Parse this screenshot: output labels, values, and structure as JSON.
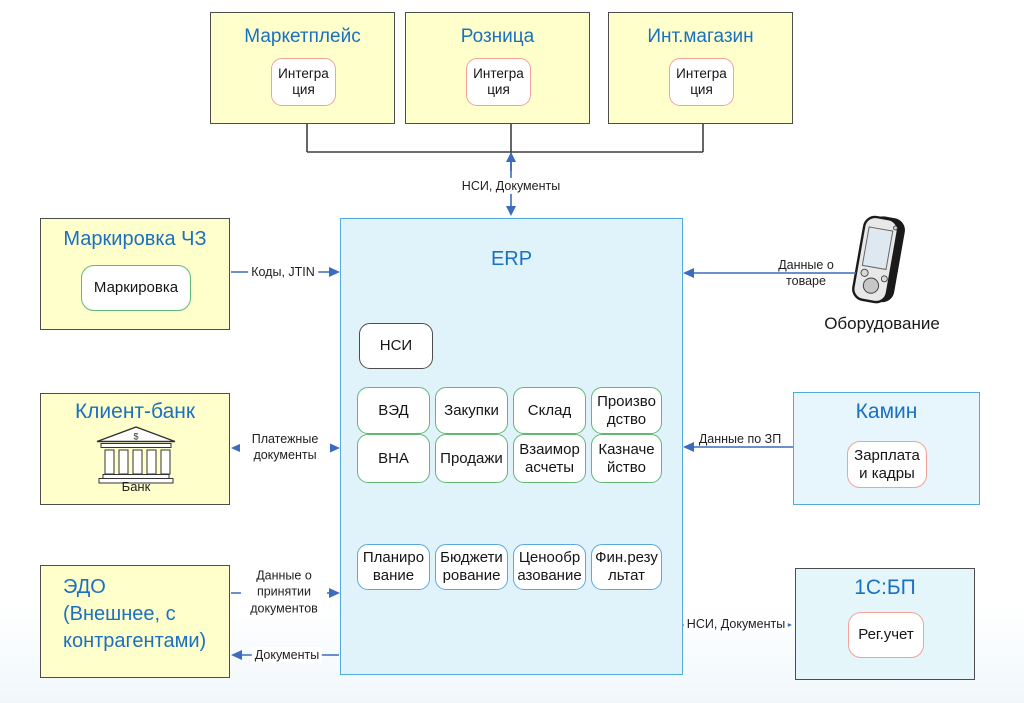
{
  "top_row": [
    {
      "title": "Маркетплейс",
      "module": "Интеграция"
    },
    {
      "title": "Розница",
      "module": "Интеграция"
    },
    {
      "title": "Инт.магазин",
      "module": "Интеграция"
    }
  ],
  "erp": {
    "title": "ERP",
    "nsi": "НСИ",
    "green_row1": [
      "ВЭД",
      "Закупки",
      "Склад",
      "Производство"
    ],
    "green_row2": [
      "ВНА",
      "Продажи",
      "Взаиморасчеты",
      "Казначейство"
    ],
    "blue_row": [
      "Планирование",
      "Бюджетирование",
      "Ценообразование",
      "Фин.результат"
    ]
  },
  "left_column": {
    "marking": {
      "title": "Маркировка ЧЗ",
      "module": "Маркировка"
    },
    "bank": {
      "title": "Клиент-банк",
      "caption": "Банк",
      "dollar": "$"
    },
    "edo": {
      "title": "ЭДО (Внешнее, с контрагентами)"
    }
  },
  "right_column": {
    "equipment": {
      "label": "Оборудование"
    },
    "kamin": {
      "title": "Камин",
      "module": "Зарплата и кадры"
    },
    "bp": {
      "title": "1С:БП",
      "module": "Рег.учет"
    }
  },
  "flows": {
    "top": "НСИ, Документы",
    "marking": "Коды, JTIN",
    "bank": "Платежные документы",
    "edo_in": "Данные о принятии документов",
    "edo_out": "Документы",
    "equipment": "Данные о товаре",
    "kamin": "Данные по ЗП",
    "bp": "НСИ, Документы"
  },
  "colors": {
    "title_blue": "#1A70C1",
    "box_yellow": "#FFFFCC",
    "erp_fill": "#E0F3FA",
    "erp_border": "#55AADC",
    "green_module_border": "#61B873",
    "blue_module_border": "#59A9DF",
    "pink_module_border": "#F2A29B",
    "dark_border": "#4d4d4d",
    "arrow_blue": "#3C6CBE",
    "connector_black": "#3F3F3F"
  }
}
